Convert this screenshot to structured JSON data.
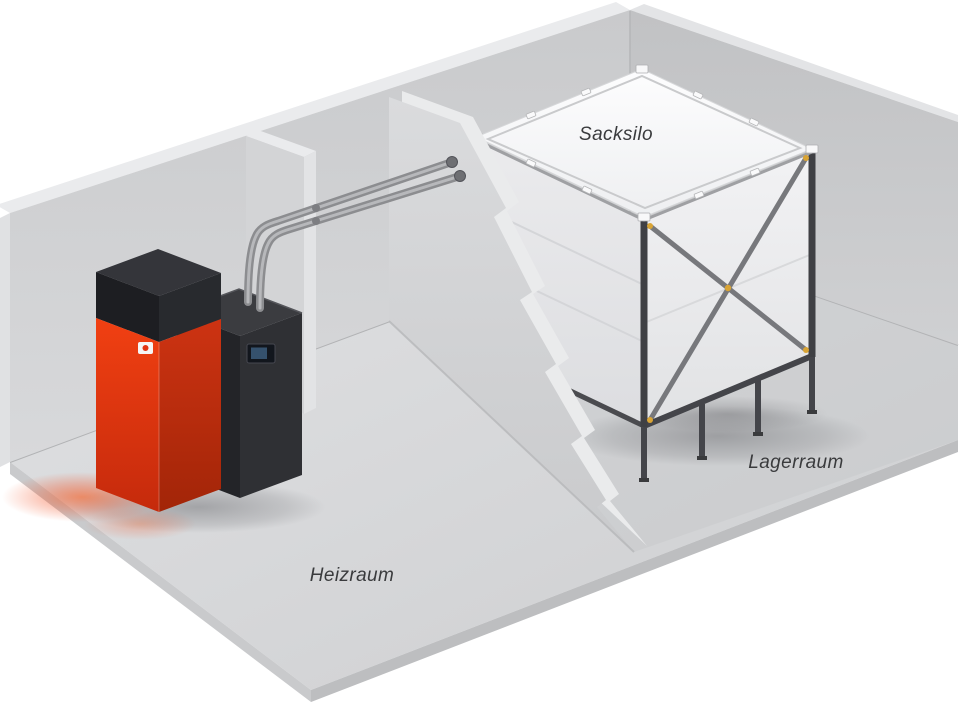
{
  "illustration": {
    "type": "isometric cutaway illustration",
    "subject": "Pellet boiler room with bag silo storage room",
    "labels": {
      "sacksilo": "Sacksilo",
      "lagerraum": "Lagerraum",
      "heizraum": "Heizraum"
    },
    "elements": [
      {
        "name": "pellet-boiler"
      },
      {
        "name": "suction-hoses"
      },
      {
        "name": "partition-wall-cutaway"
      },
      {
        "name": "bag-silo-with-steel-frame"
      }
    ],
    "colors": {
      "background": "#ffffff",
      "floor": "#d6d7d9",
      "wall_left": "#d2d3d5",
      "wall_right": "#c7c8ca",
      "silo_fabric": "#f3f3f5",
      "silo_frame": "#454648",
      "bolt_accent": "#d9a435",
      "boiler_red": "#e23413",
      "boiler_black": "#26272a",
      "hose_gray": "#8c8d90",
      "label_text": "#3a3b3d"
    }
  }
}
